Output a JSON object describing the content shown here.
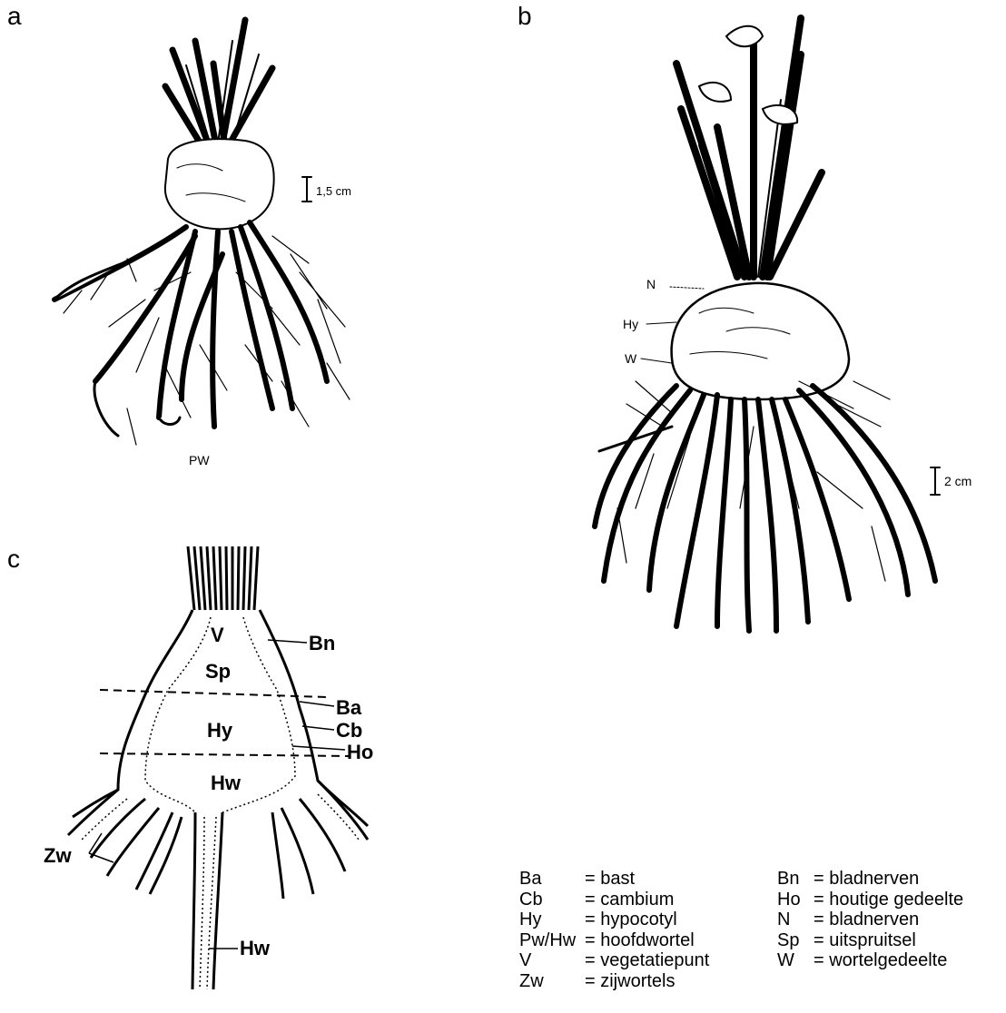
{
  "panels": {
    "a": "a",
    "b": "b",
    "c": "c"
  },
  "panel_a": {
    "scale": "1,5 cm",
    "root_label": "PW"
  },
  "panel_b": {
    "scale": "2 cm",
    "labels": [
      "N",
      "Hy",
      "W"
    ]
  },
  "panel_c": {
    "regions": [
      "V",
      "Sp",
      "Hy",
      "Hw"
    ],
    "callouts": [
      "Bn",
      "Ba",
      "Cb",
      "Ho",
      "Zw",
      "Hw"
    ]
  },
  "legend_left": [
    {
      "abbr": "Ba",
      "meaning": "= bast"
    },
    {
      "abbr": "Cb",
      "meaning": "= cambium"
    },
    {
      "abbr": "Hy",
      "meaning": "= hypocotyl"
    },
    {
      "abbr": "Pw/Hw",
      "meaning": "= hoofdwortel"
    },
    {
      "abbr": "V",
      "meaning": "= vegetatiepunt"
    },
    {
      "abbr": "Zw",
      "meaning": "= zijwortels"
    }
  ],
  "legend_right": [
    {
      "abbr": "Bn",
      "meaning": "= bladnerven"
    },
    {
      "abbr": "Ho",
      "meaning": "= houtige gedeelte"
    },
    {
      "abbr": "N",
      "meaning": "= bladnerven"
    },
    {
      "abbr": "Sp",
      "meaning": "= uitspruitsel"
    },
    {
      "abbr": "W",
      "meaning": "= wortelgedeelte"
    }
  ]
}
